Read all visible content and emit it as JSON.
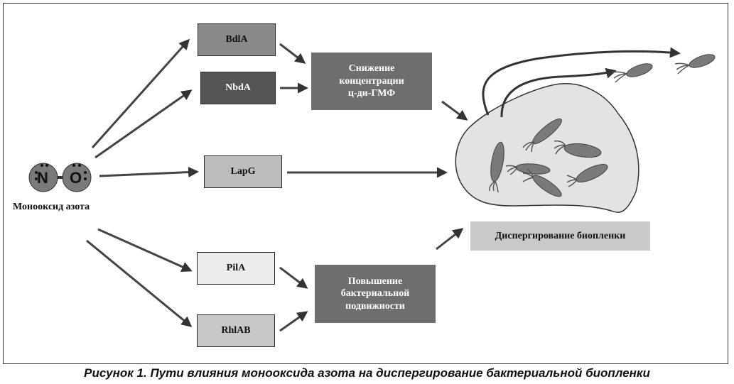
{
  "molecule": {
    "atom1": "N",
    "atom2": "O",
    "label": "Монооксид азота"
  },
  "boxes": {
    "bdla": "BdlA",
    "nbda": "NbdA",
    "lapg": "LapG",
    "pila": "PilA",
    "rhlab": "RhlAB",
    "decrease_line1": "Снижение",
    "decrease_line2": "концентрации",
    "decrease_line3": "ц-ди-ГМФ",
    "increase_line1": "Повышение",
    "increase_line2": "бактериальной",
    "increase_line3": "подвижности",
    "dispersal": "Диспергирование биопленки"
  },
  "caption": "Рисунок 1. Пути влияния монооксида азота на диспергирование бактериальной биопленки",
  "colors": {
    "light_gray": "#d8d8d8",
    "very_light": "#ececec",
    "mid_gray": "#8a8a8a",
    "dark_gray": "#555555",
    "darker_gray": "#444444",
    "biofilm": "#e3e3e3",
    "bacteria": "#7a7a7a"
  }
}
